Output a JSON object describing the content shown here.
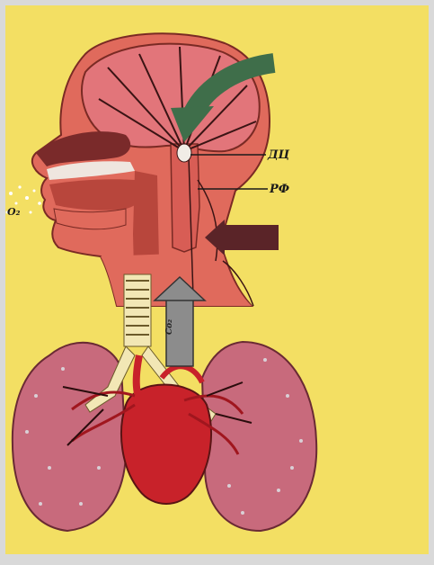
{
  "labels": {
    "respiratory_center": "ДЦ",
    "reticular_formation": "РФ",
    "oxygen_inflow": "О₂",
    "carbon_dioxide": "Со₂"
  },
  "colors": {
    "background": "#f3df63",
    "border": "#d9d9d9",
    "tissue": "#e06a5c",
    "tissue_dark": "#b8463c",
    "brain": "#e2757a",
    "lung": "#c86a7c",
    "heart": "#c8222a",
    "trachea": "#f2e7b5",
    "green_arrow": "#3f6e4a",
    "dark_arrow": "#5a2428",
    "grey_arrow": "#8c8c8c"
  }
}
